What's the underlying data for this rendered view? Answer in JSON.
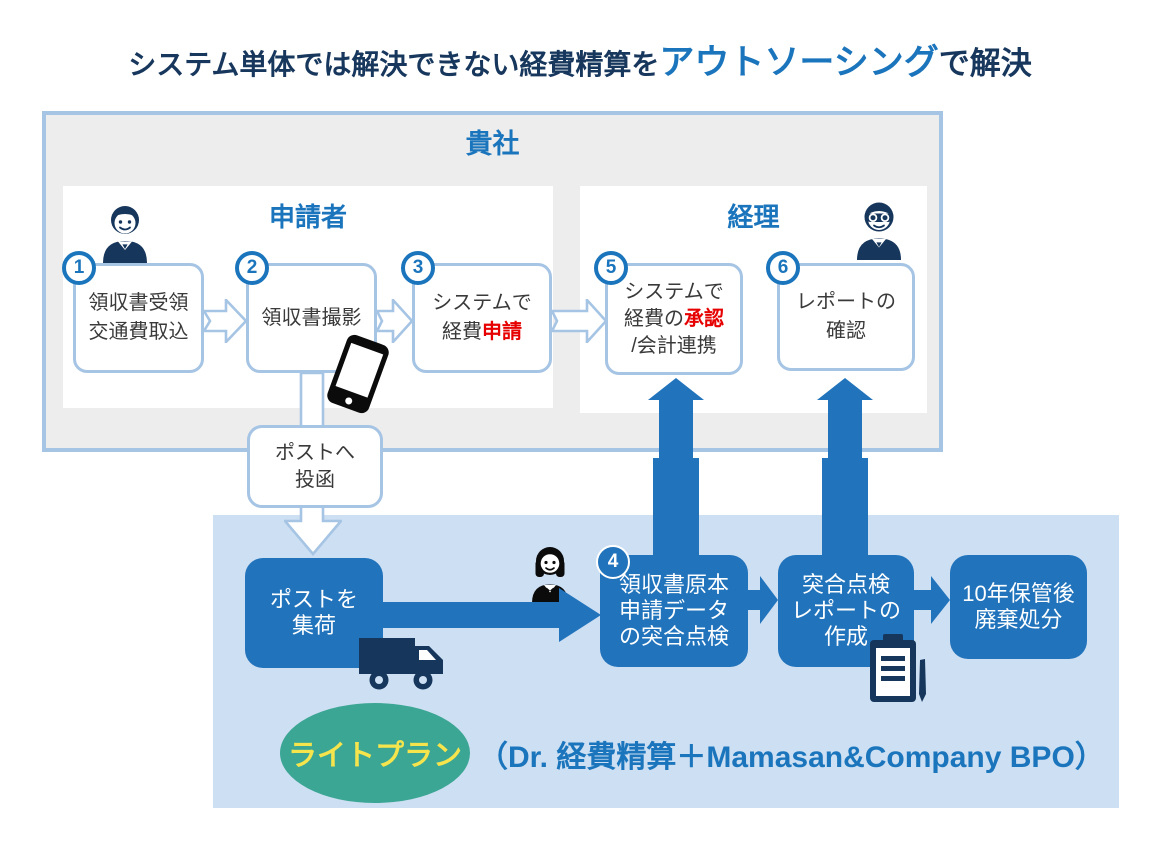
{
  "title": {
    "part1": "システム単体では解決できない経費精算を",
    "accent": "アウトソーシング",
    "part2": "で解決"
  },
  "company_box": {
    "label": "貴社"
  },
  "applicant_section": {
    "label": "申請者"
  },
  "accounting_section": {
    "label": "経理"
  },
  "steps": {
    "s1": {
      "num": "1",
      "line1": "領収書受領",
      "line2": "交通費取込"
    },
    "s2": {
      "num": "2",
      "line1": "領収書撮影"
    },
    "s3": {
      "num": "3",
      "line1": "システムで",
      "line2_plain": "経費",
      "line2_red": "申請"
    },
    "s4": {
      "num": "4",
      "line1": "領収書原本",
      "line2": "申請データ",
      "line3": "の突合点検"
    },
    "s5": {
      "num": "5",
      "line1": "システムで",
      "line2_plain": "経費の",
      "line2_red": "承認",
      "line3": "/会計連携"
    },
    "s6": {
      "num": "6",
      "line1": "レポートの",
      "line2": "確認"
    }
  },
  "post_dropoff": {
    "line1": "ポストへ",
    "line2": "投函"
  },
  "bpo_flow": {
    "collect": {
      "line1": "ポストを",
      "line2": "集荷"
    },
    "report": {
      "line1": "突合点検",
      "line2": "レポートの",
      "line3": "作成"
    },
    "storage": {
      "line1": "10年保管後",
      "line2": "廃棄処分"
    }
  },
  "plan": {
    "badge": "ライトプラン",
    "description": "（Dr. 経費精算＋Mamasan&Company BPO）"
  },
  "icons": {
    "applicant": "businessman-icon",
    "accounting": "glasses-man-icon",
    "bpo_staff": "woman-icon",
    "capture": "smartphone-icon",
    "pickup": "truck-icon",
    "report": "clipboard-icon"
  },
  "colors": {
    "title_navy": "#17375D",
    "accent_blue": "#1B75BC",
    "solid_blue": "#2173BC",
    "panel_blue": "#CDDFF2",
    "company_gray": "#EDEDED",
    "light_blue_border": "#A6C4E4",
    "icon_navy": "#16365C",
    "highlight_red": "#E60000",
    "plan_teal": "#3BA694",
    "plan_yellow": "#F6E44C"
  }
}
